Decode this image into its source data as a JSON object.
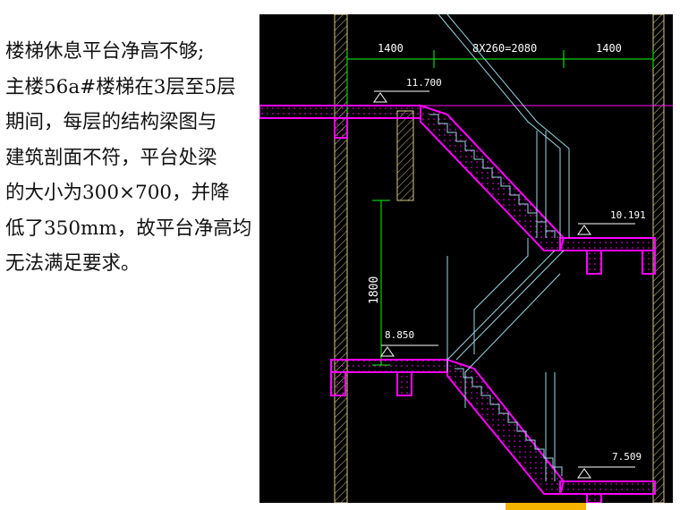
{
  "slide": {
    "text_lines": [
      "楼梯休息平台净高不够;",
      " 主楼56a#楼梯在3层至5层",
      "期间，每层的结构梁图与",
      "建筑剖面不符，平台处梁",
      "的大小为300×700，并降",
      "低了350mm，故平台净高均",
      "无法满足要求。"
    ]
  },
  "drawing": {
    "dim_left": "1400",
    "dim_middle": "8X260=2080",
    "dim_right": "1400",
    "dim_vertical": "1800",
    "elevations": [
      "11.700",
      "10.191",
      "8.850",
      "7.509"
    ],
    "colors": {
      "background": "#000000",
      "slab_outline": "#ff00ff",
      "dimension": "#00ff00",
      "stair_lines": "#9ad7e6",
      "labels": "#ffffff",
      "column_hatch": "#d9c98a"
    }
  }
}
